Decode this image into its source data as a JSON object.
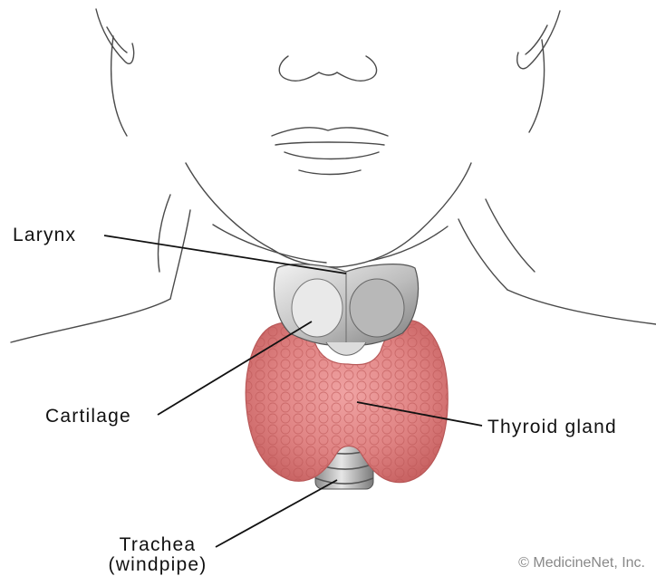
{
  "labels": {
    "larynx": "Larynx",
    "cartilage": "Cartilage",
    "thyroid": "Thyroid gland",
    "trachea_line1": "Trachea",
    "trachea_line2": "(windpipe)"
  },
  "copyright": "© MedicineNet, Inc.",
  "colors": {
    "thyroid": "#e48a8a",
    "thyroid_dark": "#c75c5c",
    "cartilage": "#c8c8c8",
    "line": "#111111"
  }
}
